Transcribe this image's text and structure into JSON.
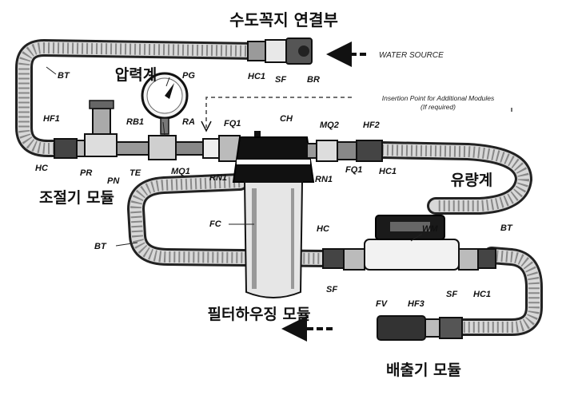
{
  "headings": {
    "faucet_connection": "수도꼭지 연결부",
    "pressure_gauge": "압력계",
    "regulator_module": "조절기 모듈",
    "flow_meter": "유량계",
    "filter_housing_module": "필터하우징 모듈",
    "discharge_module": "배출기 모듈"
  },
  "notes": {
    "water_source": "WATER SOURCE",
    "insertion_line1": "Insertion Point for Additional Modules",
    "insertion_line2": "(If required)"
  },
  "labels": {
    "bt_top": "BT",
    "hc1_top": "HC1",
    "sf_top": "SF",
    "br": "BR",
    "pg": "PG",
    "hf1": "HF1",
    "rb1": "RB1",
    "ra": "RA",
    "fq1_left": "FQ1",
    "ch": "CH",
    "mq2": "MQ2",
    "hf2": "HF2",
    "hc_left": "HC",
    "pr": "PR",
    "pn": "PN",
    "te": "TE",
    "mq1": "MQ1",
    "rn1_left": "RN1",
    "rn1_right": "RN1",
    "fq1_right": "FQ1",
    "hc1_right": "HC1",
    "fc": "FC",
    "wm": "WM",
    "bt_left": "BT",
    "bt_right": "BT",
    "hc_mid": "HC",
    "sf_mid_left": "SF",
    "sf_mid_right": "SF",
    "hc1_mid": "HC1",
    "fv": "FV",
    "hf3": "HF3"
  }
}
